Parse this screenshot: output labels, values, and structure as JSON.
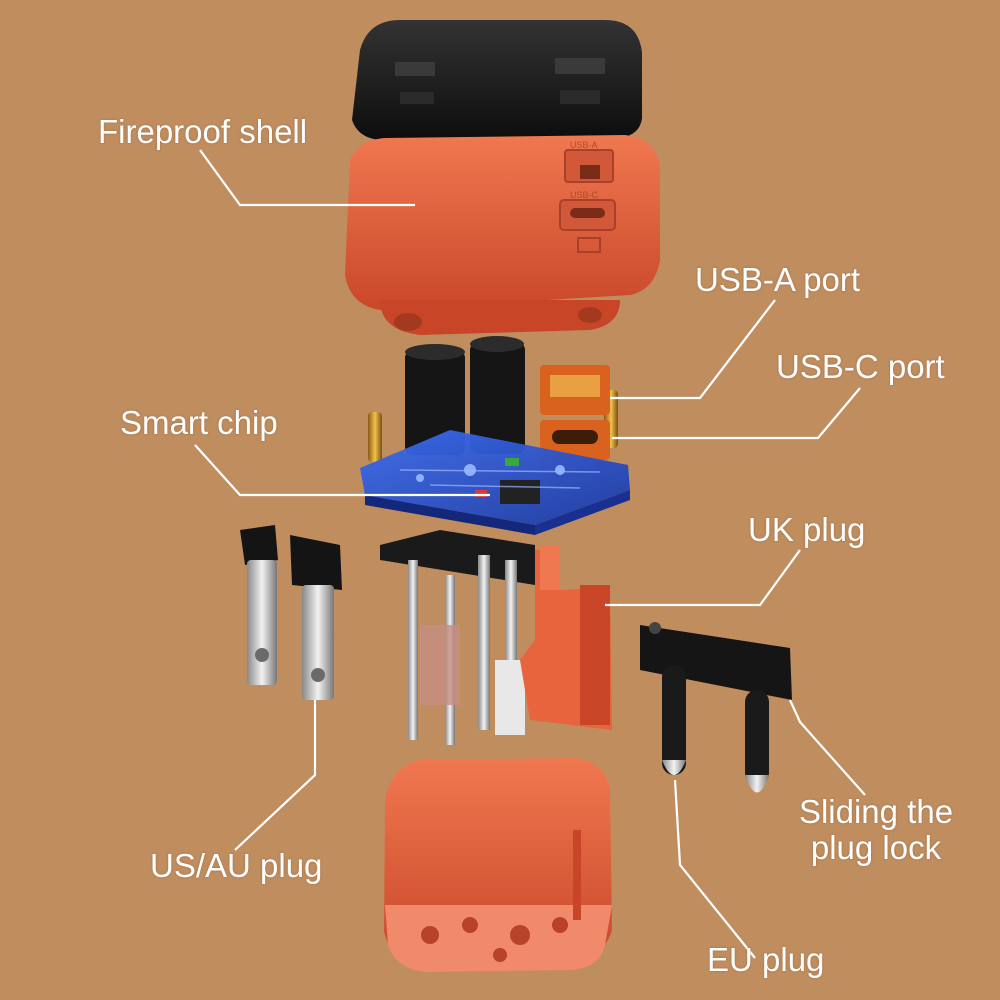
{
  "colors": {
    "background": "#c08d5f",
    "shell_orange": "#e8643c",
    "shell_dark": "#1c1c1c",
    "circuit_blue": "#2b56c9",
    "leader_line": "#ffffff"
  },
  "labels": {
    "fireproof_shell": "Fireproof shell",
    "usb_a_port": "USB-A port",
    "usb_c_port": "USB-C port",
    "smart_chip": "Smart chip",
    "uk_plug": "UK plug",
    "sliding_lock_line1": "Sliding the",
    "sliding_lock_line2": "plug lock",
    "us_au_plug": "US/AU plug",
    "eu_plug": "EU plug"
  },
  "engraved_text": {
    "usb_a": "USB-A",
    "usb_c": "USB-C"
  }
}
